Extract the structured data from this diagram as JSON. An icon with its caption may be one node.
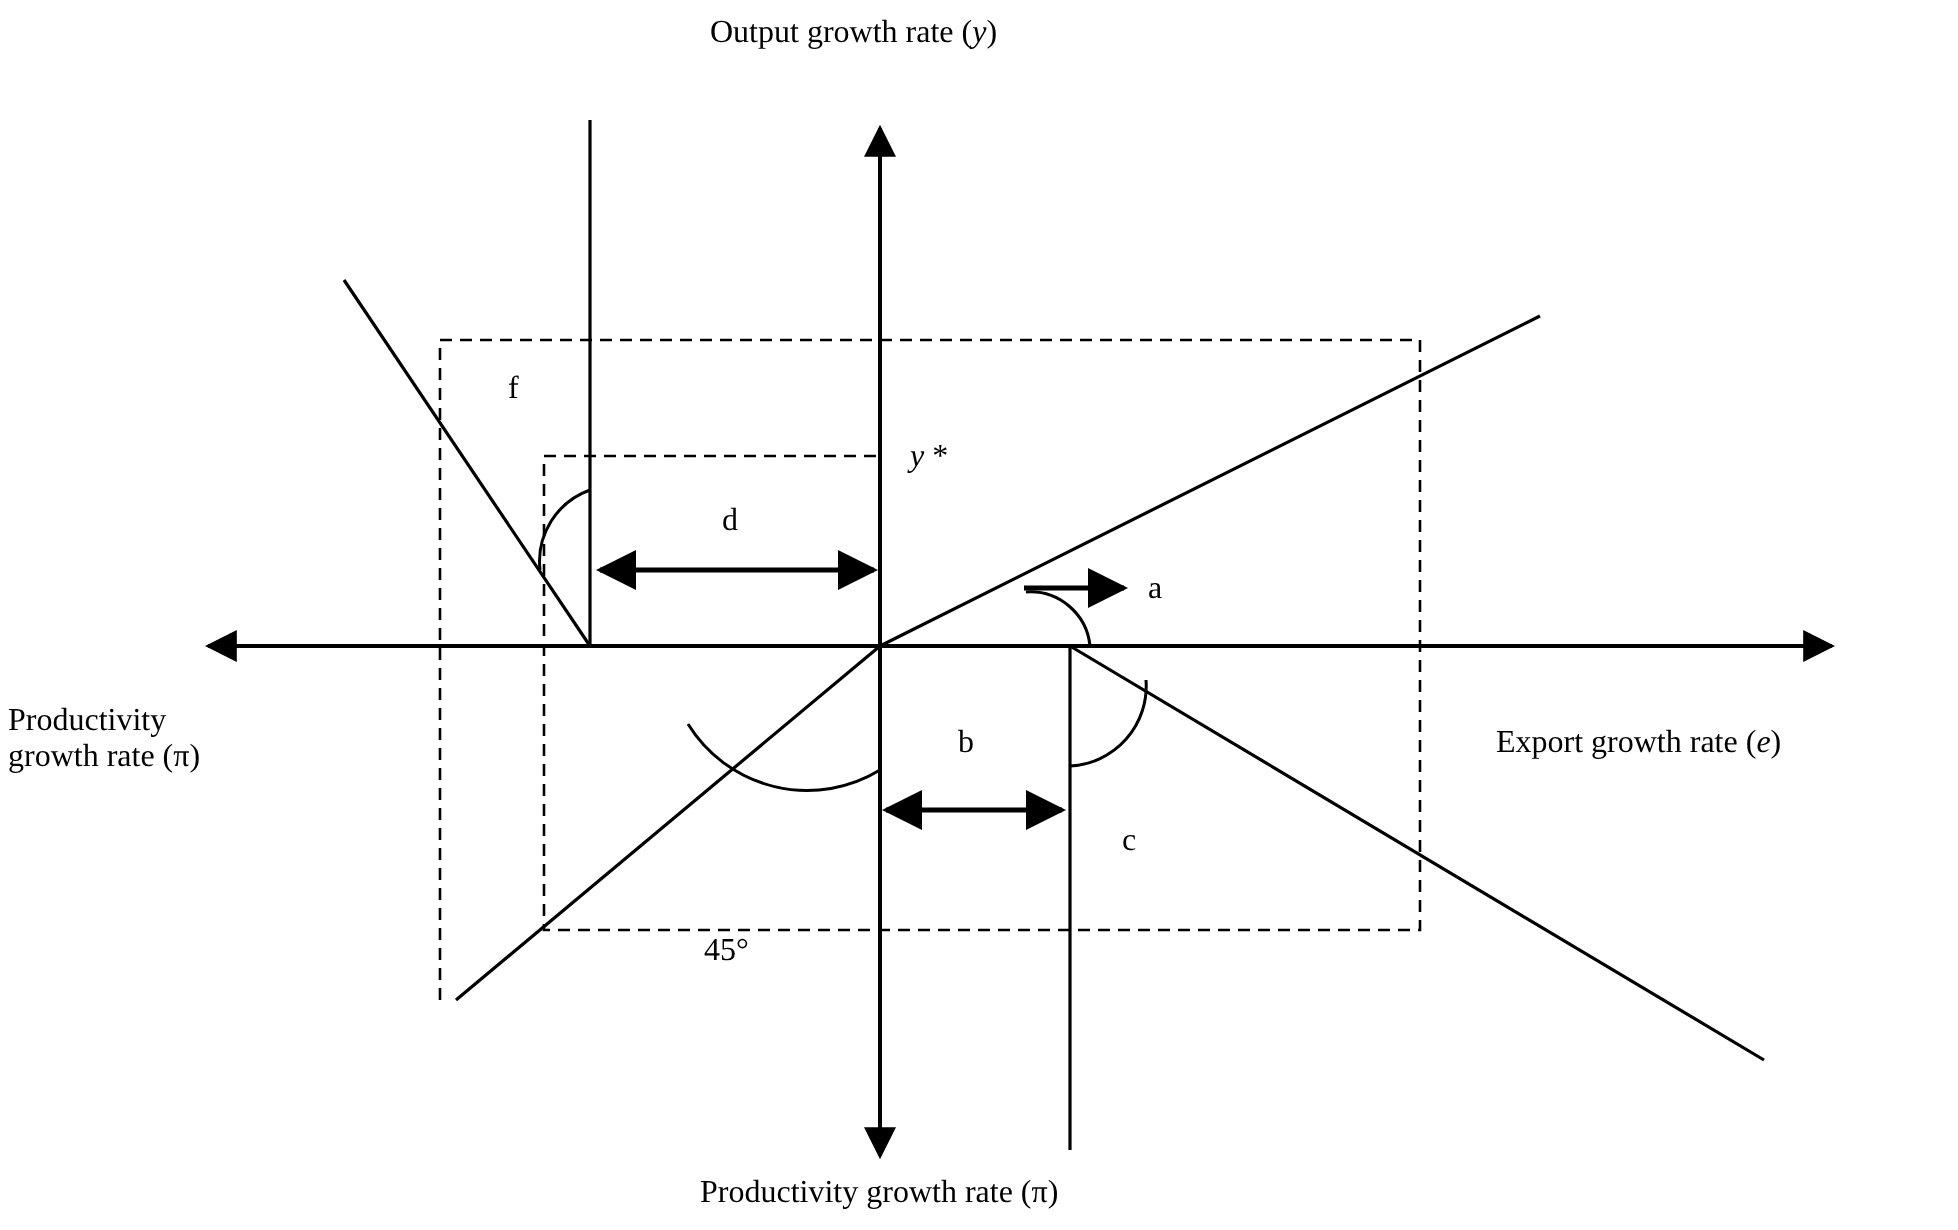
{
  "diagram": {
    "labels": [
      "Output growth rate (*y*)",
      "f",
      "*y* *",
      "d",
      "a",
      "Productivity growth rate (π)",
      "Export growth rate (*e*)",
      "b",
      "c",
      "45°",
      "Productivity growth rate (π)"
    ]
  }
}
